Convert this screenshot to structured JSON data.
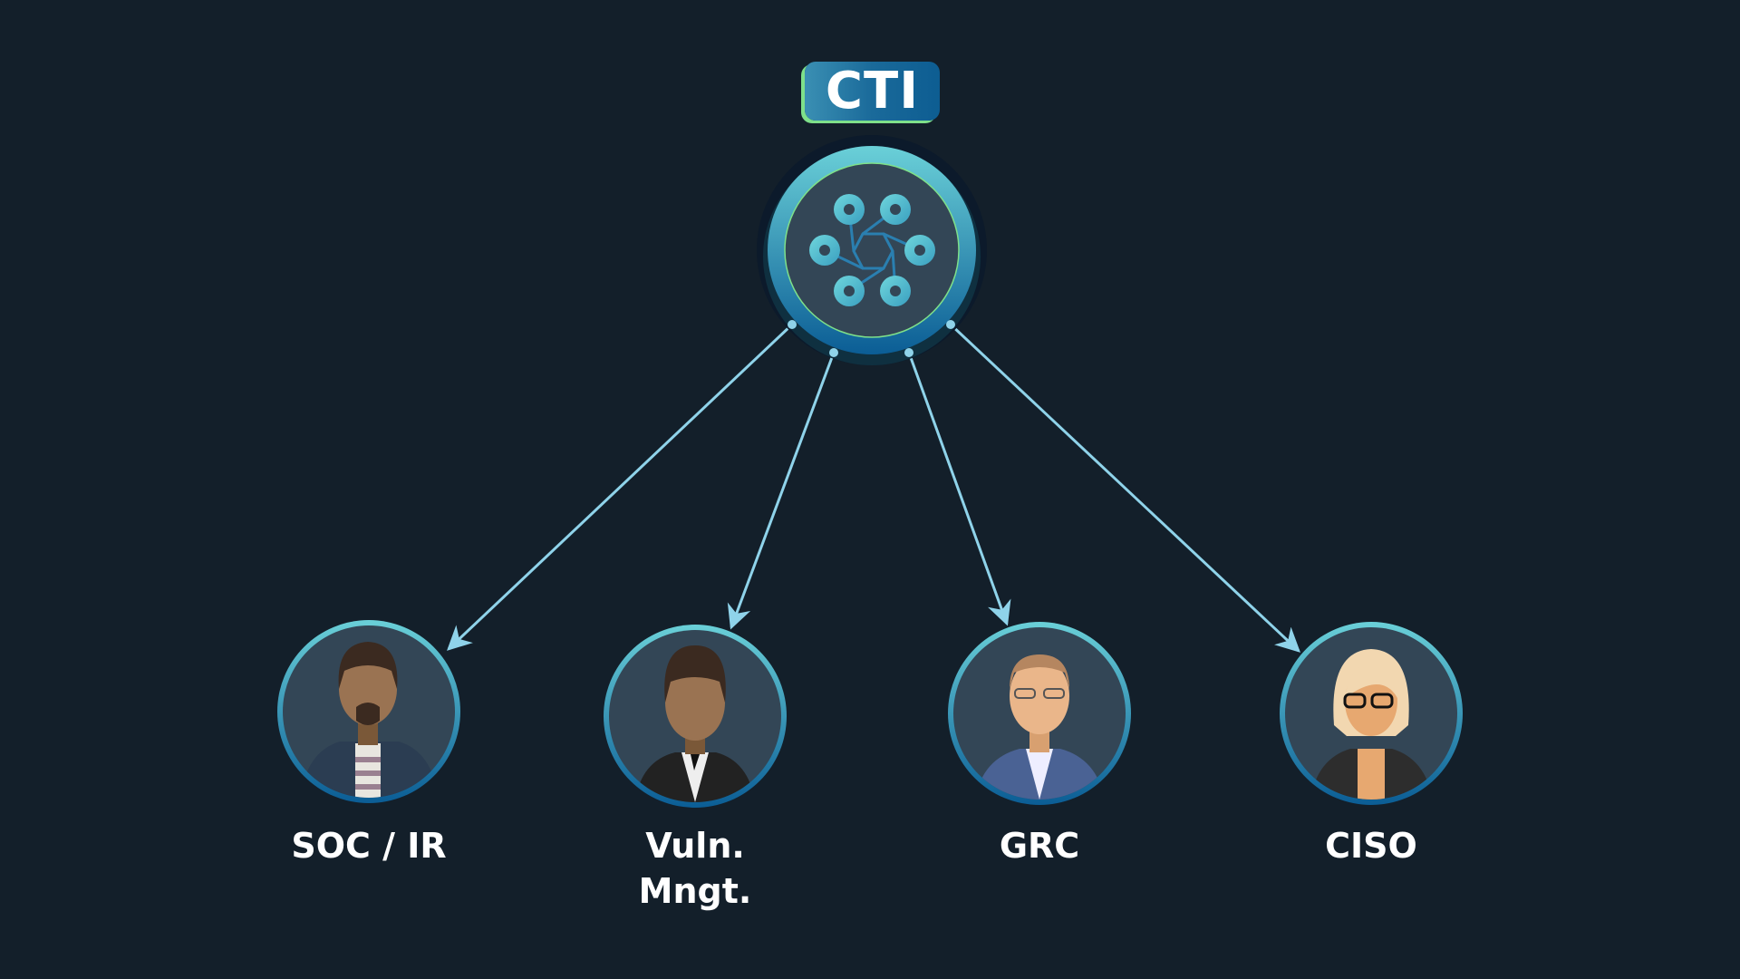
{
  "hub": {
    "label": "CTI",
    "icon": "network-hub-icon"
  },
  "roles": [
    {
      "label": "SOC / IR",
      "avatar": "man-beard-avatar"
    },
    {
      "label_line1": "Vuln.",
      "label_line2": "Mngt.",
      "avatar": "man-suit-avatar"
    },
    {
      "label": "GRC",
      "avatar": "man-glasses-avatar"
    },
    {
      "label": "CISO",
      "avatar": "woman-glasses-avatar"
    }
  ],
  "colors": {
    "background": "#131f2a",
    "arrow": "#8fd3ea",
    "ring_top": "#6ad0d8",
    "ring_bottom": "#0b5d95",
    "accent_green": "#7ee08a"
  }
}
